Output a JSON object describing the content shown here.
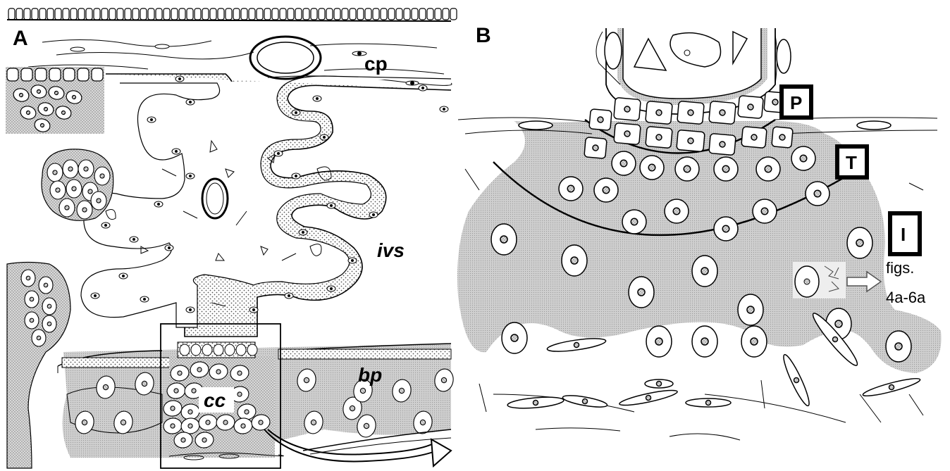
{
  "panels": [
    {
      "letter": "A"
    },
    {
      "letter": "B"
    }
  ],
  "panel_a": {
    "cp_label": "cp",
    "ivs_label": "ivs",
    "bp_label": "bp",
    "cc_label": "cc"
  },
  "panel_b": {
    "layer_boxes": [
      {
        "letter": "P"
      },
      {
        "letter": "T"
      },
      {
        "letter": "I"
      }
    ],
    "ref_line1": "figs.",
    "ref_line2": "4a-6a"
  },
  "colors": {
    "ink": "#000000",
    "stipple_light": "#c8c8c8",
    "stipple_dark": "#a0a0a0",
    "background": "#ffffff"
  }
}
